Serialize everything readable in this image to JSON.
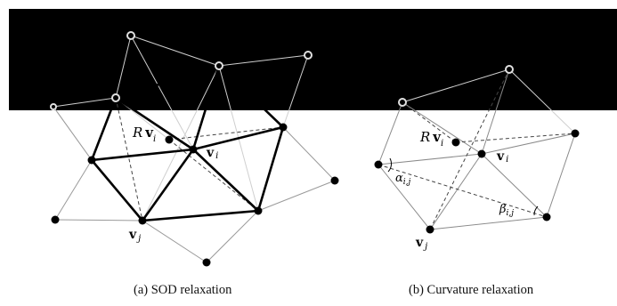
{
  "figure": {
    "panel_a": {
      "caption": "(a) SOD relaxation",
      "labels": {
        "rv_R": "R",
        "rv_v": "v",
        "rv_sub": "i",
        "vi_v": "v",
        "vi_sub": "i",
        "vj_v": "v",
        "vj_sub": "j"
      }
    },
    "panel_b": {
      "caption": "(b) Curvature relaxation",
      "labels": {
        "rv_R": "R",
        "rv_v": "v",
        "rv_sub": "i",
        "vi_v": "v",
        "vi_sub": "i",
        "vj_v": "v",
        "vj_sub": "j",
        "alpha": "α",
        "alpha_sub": "i,j",
        "beta": "β",
        "beta_sub": "i,j"
      }
    }
  }
}
